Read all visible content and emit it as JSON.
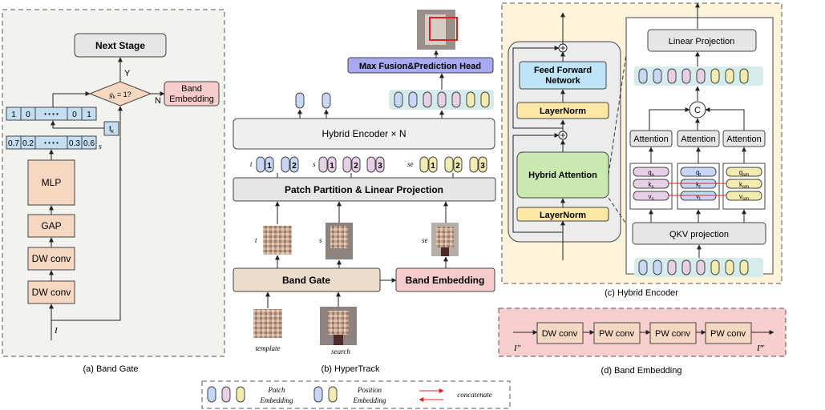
{
  "band_gate": {
    "next_stage": "Next Stage",
    "decision": "g",
    "decision_sub": "k",
    "decision_rest": "= 1?",
    "yes": "Y",
    "no": "N",
    "band_embedding": [
      "Band",
      "Embedding"
    ],
    "binary_cells": [
      "1",
      "0",
      "• • • •",
      "0",
      "1"
    ],
    "threshold": "t",
    "threshold_sub": "k",
    "score_cells": [
      "0.7",
      "0.2",
      "• • • •",
      "0.3",
      "0.6"
    ],
    "score_label": "s",
    "mlp": "MLP",
    "gap": "GAP",
    "dwconv1": "DW conv",
    "dwconv2": "DW conv",
    "input": "I",
    "caption": "(a)  Band Gate"
  },
  "hypertrack": {
    "head": "Max Fusion&Prediction Head",
    "encoder": "Hybrid Encoder  × N",
    "partition": "Patch Partition  &  Linear Projection",
    "band_gate": "Band Gate",
    "band_embedding": "Band Embedding",
    "t_label": "t",
    "s_label": "s",
    "se_label": "se",
    "template": "template",
    "search": "search",
    "numbers": [
      "1",
      "2",
      "1",
      "2",
      "3",
      "1",
      "2",
      "3"
    ],
    "caption": "(b)  HyperTrack"
  },
  "hybrid_encoder": {
    "ffn": [
      "Feed Forward",
      "Network"
    ],
    "layernorm_top": "LayerNorm",
    "hybrid_attention": "Hybrid Attention",
    "layernorm_bottom": "LayerNorm",
    "linear_projection": "Linear Projection",
    "concat": "C",
    "attention": [
      "Attention",
      "Attention",
      "Attention"
    ],
    "qkv": "QKV projection",
    "q": [
      "q",
      "q",
      "q"
    ],
    "k": [
      "k",
      "k",
      "k"
    ],
    "v": [
      "v",
      "v",
      "v"
    ],
    "subs": [
      "s",
      "t",
      "sm"
    ],
    "caption": "(c)  Hybrid Encoder"
  },
  "band_embedding_detail": {
    "blocks": [
      "DW conv",
      "PW conv",
      "PW conv",
      "PW conv"
    ],
    "input": "I″",
    "output": "I‴",
    "caption": "(d)  Band Embedding"
  },
  "legend": {
    "patch": [
      "Patch",
      "Embedding"
    ],
    "position": [
      "Position",
      "Embedding"
    ],
    "concatenate": "concatenate"
  },
  "colors": {
    "panel_a_bg": "#f2f2ee",
    "panel_c_bg": "#fdf4da",
    "panel_d_bg": "#f8cfcf",
    "blue_token": "#c9d6f7",
    "pink_token": "#e7cfe6",
    "yellow_token": "#f3ecb0",
    "teal_bg": "#d6ecea",
    "band_gate": "#ecdccb",
    "band_embedding": "#f7cccc",
    "head": "#a9a9f2",
    "ffn": "#bfe3f7",
    "layernorm": "#ffe7a6",
    "hybrid_attention": "#c8eab1",
    "grey_box": "#e6e6e6",
    "orange_box": "#f6d8c2",
    "arrow_red": "#e02020"
  }
}
